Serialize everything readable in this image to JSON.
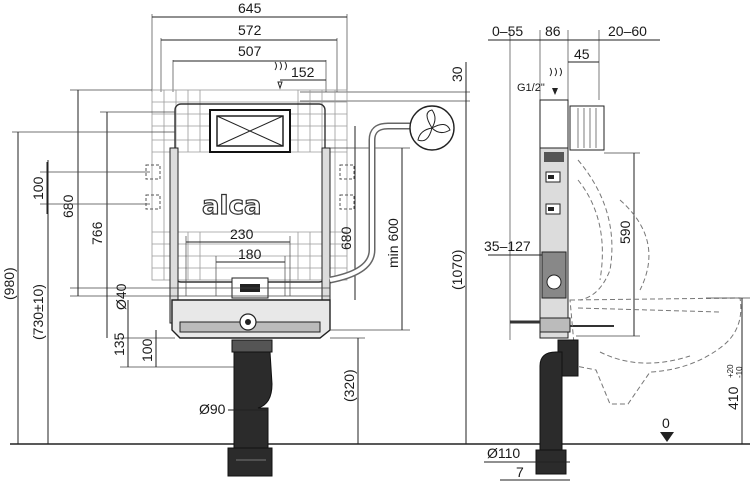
{
  "front_view": {
    "width_overall": "645",
    "width_frame": "572",
    "width_plate": "507",
    "water_inlet_offset": "152",
    "top_offset": "30",
    "height_680_left": "680",
    "height_766": "766",
    "height_100_left": "100",
    "height_980": "(980)",
    "height_730": "(730±10)",
    "width_230": "230",
    "width_180": "180",
    "diameter_40": "Ø40",
    "height_135": "135",
    "height_100_bottom": "100",
    "height_680_right": "680",
    "min_600": "min 600",
    "height_1070": "(1070)",
    "height_320": "(320)",
    "diameter_90": "Ø90",
    "logo_text": "alca"
  },
  "side_view": {
    "wall_gap": "0–55",
    "depth_86": "86",
    "depth_20_60": "20–60",
    "depth_45": "45",
    "inlet_thread": "G1/2\"",
    "height_590": "590",
    "range_35_127": "35–127",
    "height_410": "410",
    "height_410_tol_plus": "+20",
    "height_410_tol_minus": "-10",
    "floor_level": "0",
    "diameter_110": "Ø110",
    "offset_7": "7"
  }
}
